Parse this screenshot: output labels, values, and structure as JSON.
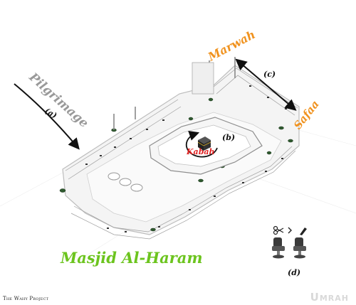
{
  "labels": {
    "pilgrimage": "Pilgrimage",
    "pilgrimage_step": "(a)",
    "kabah": "Kabah",
    "kabah_step": "(b)",
    "marwah": "Marwah",
    "safaa": "Safaa",
    "sai_step": "(c)",
    "title": "Masjid Al-Haram",
    "haircut_step": "(d)"
  },
  "footer": {
    "credit": "The Wahy Project",
    "section": "Umrah"
  },
  "colors": {
    "pilgrimage": "#999999",
    "kabah": "#e02020",
    "marwah_safaa": "#f0921e",
    "title": "#6cc41e",
    "arrow": "#111111",
    "footer_title": "#d9d9d9"
  },
  "icons": [
    "scissors-icon",
    "razor-icon",
    "barber-chair-icon"
  ]
}
